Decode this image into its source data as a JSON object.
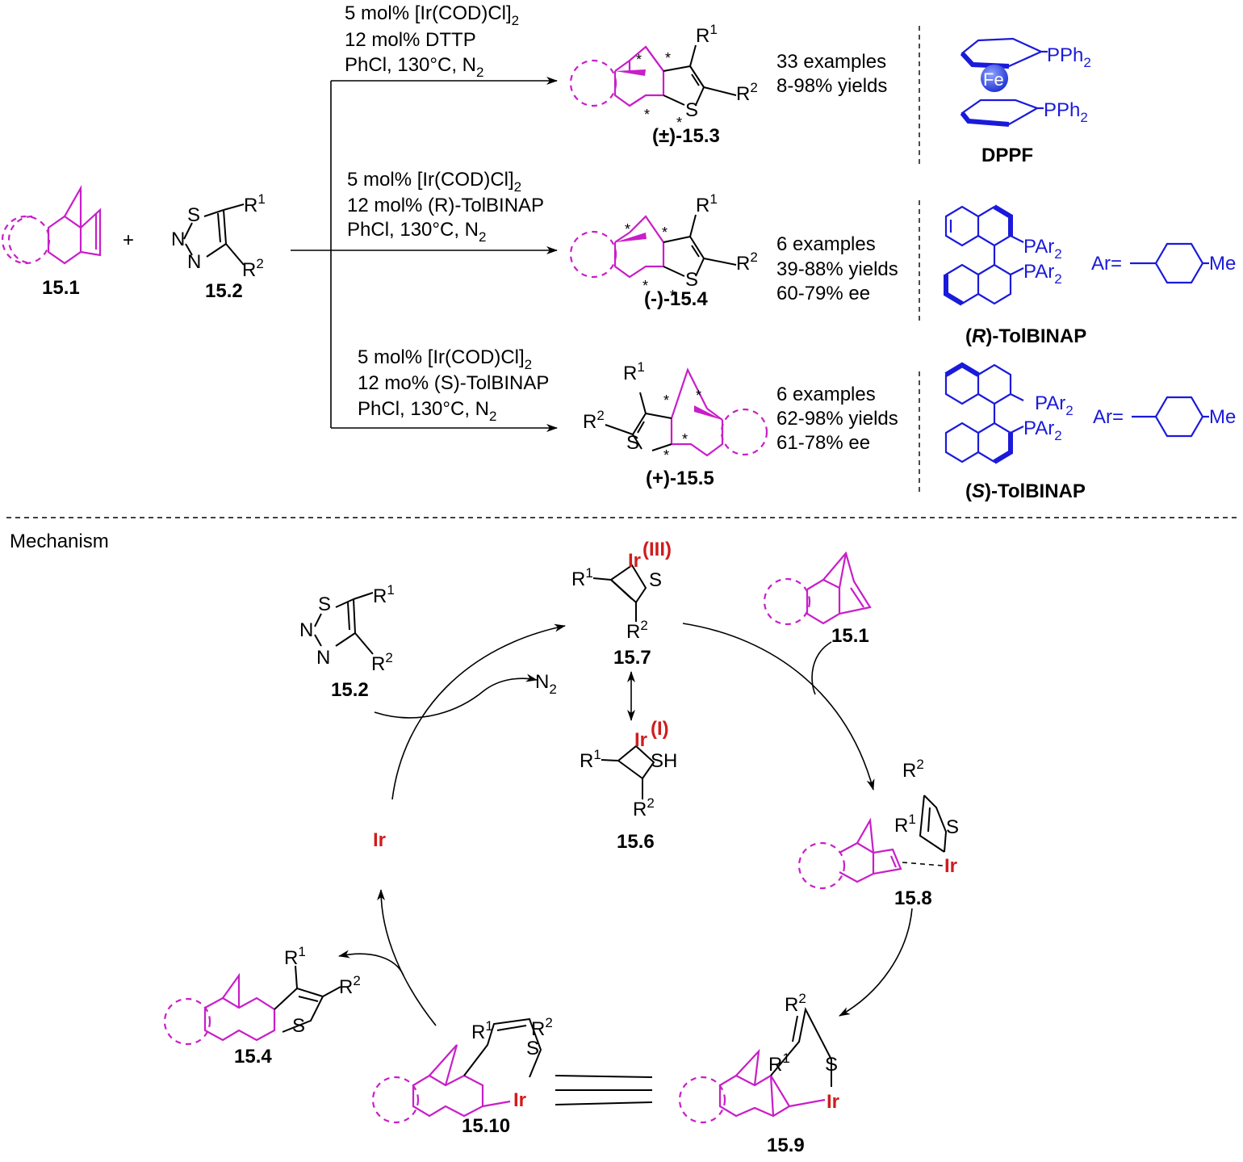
{
  "reactants": {
    "norbornene_label": "15.1",
    "thiadiazole_label": "15.2",
    "thiadiazole_S": "S",
    "thiadiazole_N1": "N",
    "thiadiazole_N2": "N",
    "R1": "R",
    "R1_sup": "1",
    "R2": "R",
    "R2_sup": "2",
    "plus": "+"
  },
  "rows": [
    {
      "cond1": "5 mol% [Ir(COD)Cl]",
      "cond1_sub": "2",
      "cond2": "12 mol% DTTP",
      "cond3": "PhCl, 130°C, N",
      "cond3_sub": "2",
      "product_label": "(±)-15.3",
      "stats": [
        "33 examples",
        "8-98% yields"
      ],
      "ligand_name": "DPPF"
    },
    {
      "cond1": "5 mol% [Ir(COD)Cl]",
      "cond1_sub": "2",
      "cond2": "12 mol% (R)-TolBINAP",
      "cond3": "PhCl, 130°C, N",
      "cond3_sub": "2",
      "product_label": "(-)-15.4",
      "stats": [
        "6 examples",
        "39-88% yields",
        "60-79% ee"
      ],
      "ligand_prefix": "(",
      "ligand_italic": "R",
      "ligand_suffix": ")-TolBINAP"
    },
    {
      "cond1": "5 mol% [Ir(COD)Cl]",
      "cond1_sub": "2",
      "cond2": "12 mo% (S)-TolBINAP",
      "cond3": "PhCl, 130°C, N",
      "cond3_sub": "2",
      "product_label": "(+)-15.5",
      "stats": [
        "6 examples",
        "62-98% yields",
        "61-78% ee"
      ],
      "ligand_prefix": "(",
      "ligand_italic": "S",
      "ligand_suffix": ")-TolBINAP"
    }
  ],
  "ligand_text": {
    "pph2": "PPh",
    "pph2_sub": "2",
    "fe": "Fe",
    "par2": "PAr",
    "par2_sub": "2",
    "ar_eq": "Ar=",
    "me": "Me"
  },
  "thiophene_S": "S",
  "mechanism": {
    "heading": "Mechanism",
    "ir": "Ir",
    "ir3_sup": "(III)",
    "ir1_sup": "(I)",
    "S": "S",
    "SH": "SH",
    "N2": "N",
    "N2_sub": "2",
    "labels": {
      "c15_7": "15.7",
      "c15_6": "15.6",
      "c15_1": "15.1",
      "c15_2": "15.2",
      "c15_8": "15.8",
      "c15_9": "15.9",
      "c15_10": "15.10",
      "c15_4": "15.4"
    }
  }
}
